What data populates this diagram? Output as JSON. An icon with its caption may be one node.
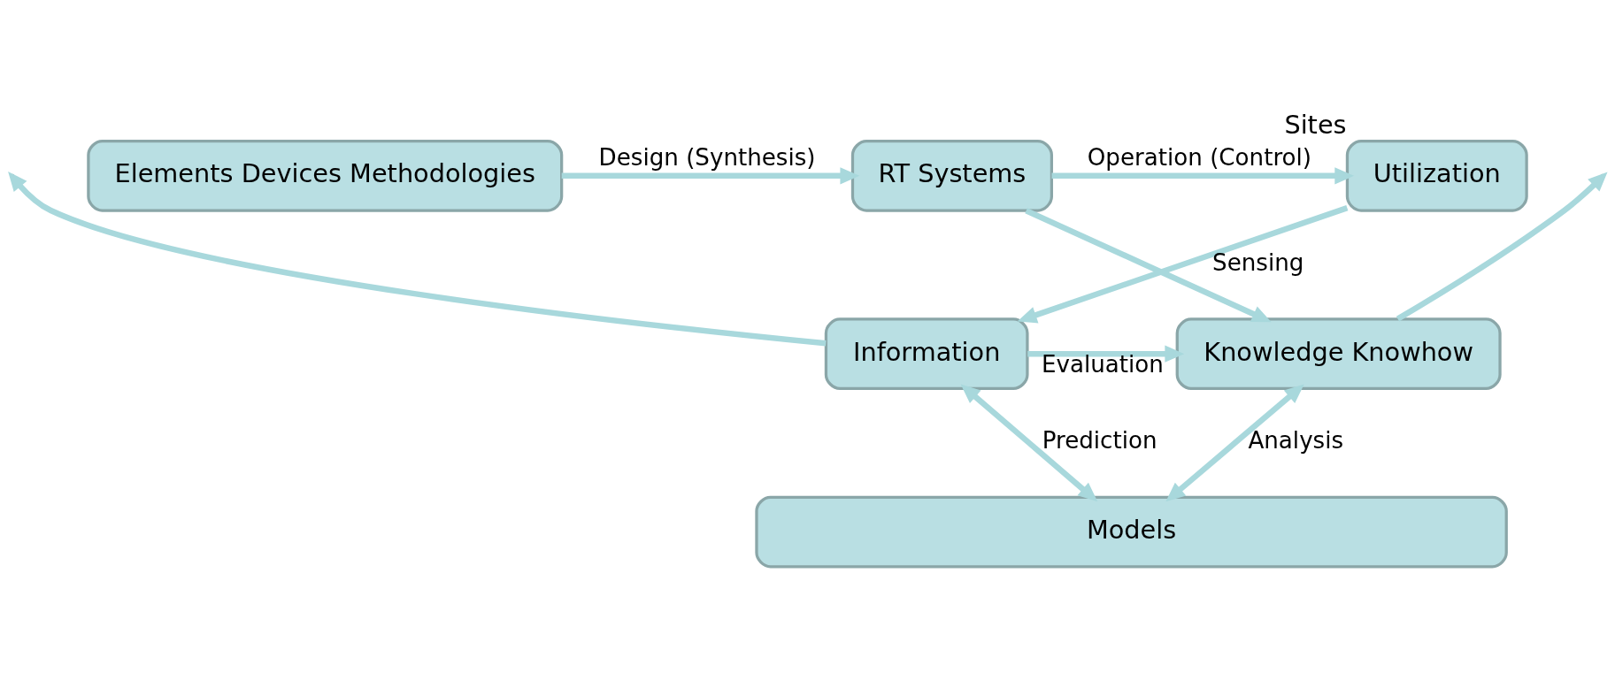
{
  "diagram": {
    "nodes": [
      {
        "text": [
          "Elements Devices Methodologies"
        ]
      },
      {
        "text": [
          "RT Systems"
        ]
      },
      {
        "text": [
          "Utilization"
        ],
        "beside": [
          "Sites"
        ]
      },
      {
        "text": [
          "Knowledge Knowhow"
        ]
      },
      {
        "text": [
          "Information"
        ]
      },
      {
        "text": [
          "Models"
        ]
      }
    ],
    "edges": [
      {
        "from": 0,
        "to": 1,
        "arrow": "to",
        "label": "Design (Synthesis)"
      },
      {
        "from": 1,
        "to": 2,
        "arrow": "to",
        "label": "Operation (Control)"
      },
      {
        "from": 3,
        "to": null,
        "arrow": "to"
      },
      {
        "from": 4,
        "to": null,
        "arrow": "to"
      },
      {
        "from": 1,
        "to": 3,
        "arrow": "to"
      },
      {
        "from": 4,
        "to": 3,
        "arrow": "to",
        "label": "Evaluation"
      },
      {
        "from": 2,
        "to": 4,
        "arrow": "to",
        "label": "Sensing"
      },
      {
        "from": 3,
        "to": 5,
        "arrow": "both",
        "label": "Analysis"
      },
      {
        "from": 4,
        "to": 5,
        "arrow": "both",
        "label": "Prediction"
      }
    ]
  }
}
